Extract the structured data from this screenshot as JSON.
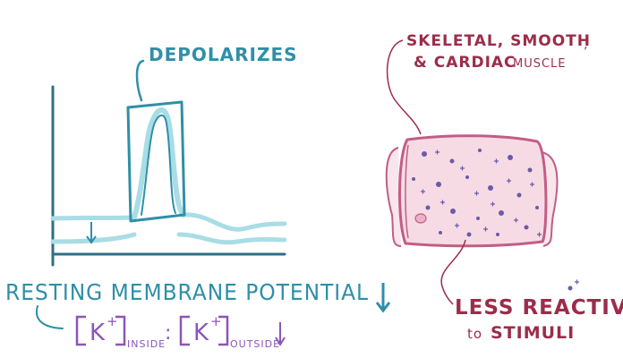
{
  "labels": {
    "depolarizes": "DEPOLARIZES",
    "muscle_types_line1": "SKELETAL, SMOOTH",
    "muscle_types_line2_a": "& CARDIAC",
    "muscle_types_line2_b": "MUSCLE",
    "resting_potential": "RESTING MEMBRANE POTENTIAL",
    "k_symbol": "K",
    "k_charge": "+",
    "inside_sub": "INSIDE",
    "ratio_colon": ":",
    "outside_sub": "OUTSIDE",
    "less_reactive": "LESS REACTIVE",
    "to_stimuli_a": "to",
    "to_stimuli_b": "STIMULI"
  },
  "colors": {
    "teal_dark": "#2f8fa8",
    "teal_light": "#a9dde6",
    "axis": "#2e6f86",
    "purple": "#8a55b8",
    "muscle_outline": "#c25d86",
    "muscle_fill": "#f6dbe5",
    "muscle_dots": "#6c5aa8",
    "less_reactive": "#9b2d4a",
    "text_dark": "#333333"
  }
}
